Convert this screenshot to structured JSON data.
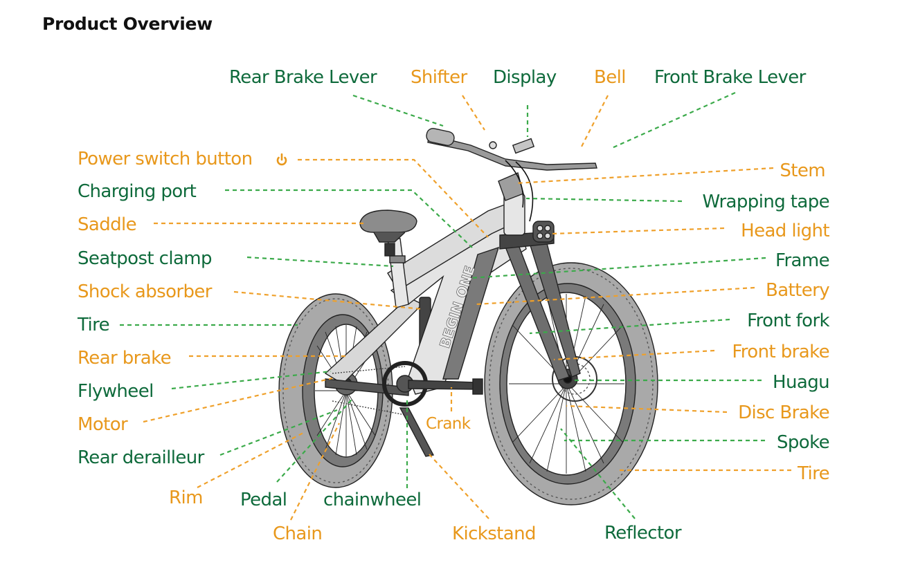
{
  "title": "Product Overview",
  "colors": {
    "orange_label": "#E8981C",
    "green_label": "#0E6A3B",
    "orange_leader": "#EFA02A",
    "green_leader": "#3BAA4A",
    "bike_fill": "#B8B8B8",
    "bike_dark": "#6E6E6E",
    "bike_light": "#E6E6E6",
    "outline": "#222222"
  },
  "brand_text": "BEGIN ONE",
  "labels": {
    "top": [
      {
        "id": "rear-brake-lever",
        "text": "Rear Brake Lever",
        "color": "green"
      },
      {
        "id": "shifter",
        "text": "Shifter",
        "color": "orange"
      },
      {
        "id": "display",
        "text": "Display",
        "color": "green"
      },
      {
        "id": "bell",
        "text": "Bell",
        "color": "orange"
      },
      {
        "id": "front-brake-lever",
        "text": "Front Brake Lever",
        "color": "green"
      }
    ],
    "left": [
      {
        "id": "power-switch-button",
        "text": "Power switch button",
        "color": "orange",
        "icon": "power-icon"
      },
      {
        "id": "charging-port",
        "text": "Charging port",
        "color": "green"
      },
      {
        "id": "saddle",
        "text": "Saddle",
        "color": "orange"
      },
      {
        "id": "seatpost-clamp",
        "text": "Seatpost clamp",
        "color": "green"
      },
      {
        "id": "shock-absorber",
        "text": "Shock absorber",
        "color": "orange"
      },
      {
        "id": "tire-rear",
        "text": "Tire",
        "color": "green"
      },
      {
        "id": "rear-brake",
        "text": "Rear brake",
        "color": "orange"
      },
      {
        "id": "flywheel",
        "text": "Flywheel",
        "color": "green"
      },
      {
        "id": "motor",
        "text": "Motor",
        "color": "orange"
      },
      {
        "id": "rear-derailleur",
        "text": "Rear derailleur",
        "color": "green"
      }
    ],
    "right": [
      {
        "id": "stem",
        "text": "Stem",
        "color": "orange"
      },
      {
        "id": "wrapping-tape",
        "text": "Wrapping tape",
        "color": "green"
      },
      {
        "id": "head-light",
        "text": "Head light",
        "color": "orange"
      },
      {
        "id": "frame",
        "text": "Frame",
        "color": "green"
      },
      {
        "id": "battery",
        "text": "Battery",
        "color": "orange"
      },
      {
        "id": "front-fork",
        "text": "Front fork",
        "color": "green"
      },
      {
        "id": "front-brake",
        "text": "Front brake",
        "color": "orange"
      },
      {
        "id": "huagu",
        "text": "Huagu",
        "color": "green"
      },
      {
        "id": "disc-brake",
        "text": "Disc Brake",
        "color": "orange"
      },
      {
        "id": "spoke",
        "text": "Spoke",
        "color": "green"
      },
      {
        "id": "tire-front",
        "text": "Tire",
        "color": "orange"
      }
    ],
    "bottom": [
      {
        "id": "rim",
        "text": "Rim",
        "color": "orange"
      },
      {
        "id": "pedal",
        "text": "Pedal",
        "color": "green"
      },
      {
        "id": "chain",
        "text": "Chain",
        "color": "orange"
      },
      {
        "id": "chainwheel",
        "text": "chainwheel",
        "color": "green"
      },
      {
        "id": "crank",
        "text": "Crank",
        "color": "orange"
      },
      {
        "id": "kickstand",
        "text": "Kickstand",
        "color": "orange"
      },
      {
        "id": "reflector",
        "text": "Reflector",
        "color": "green"
      }
    ]
  }
}
